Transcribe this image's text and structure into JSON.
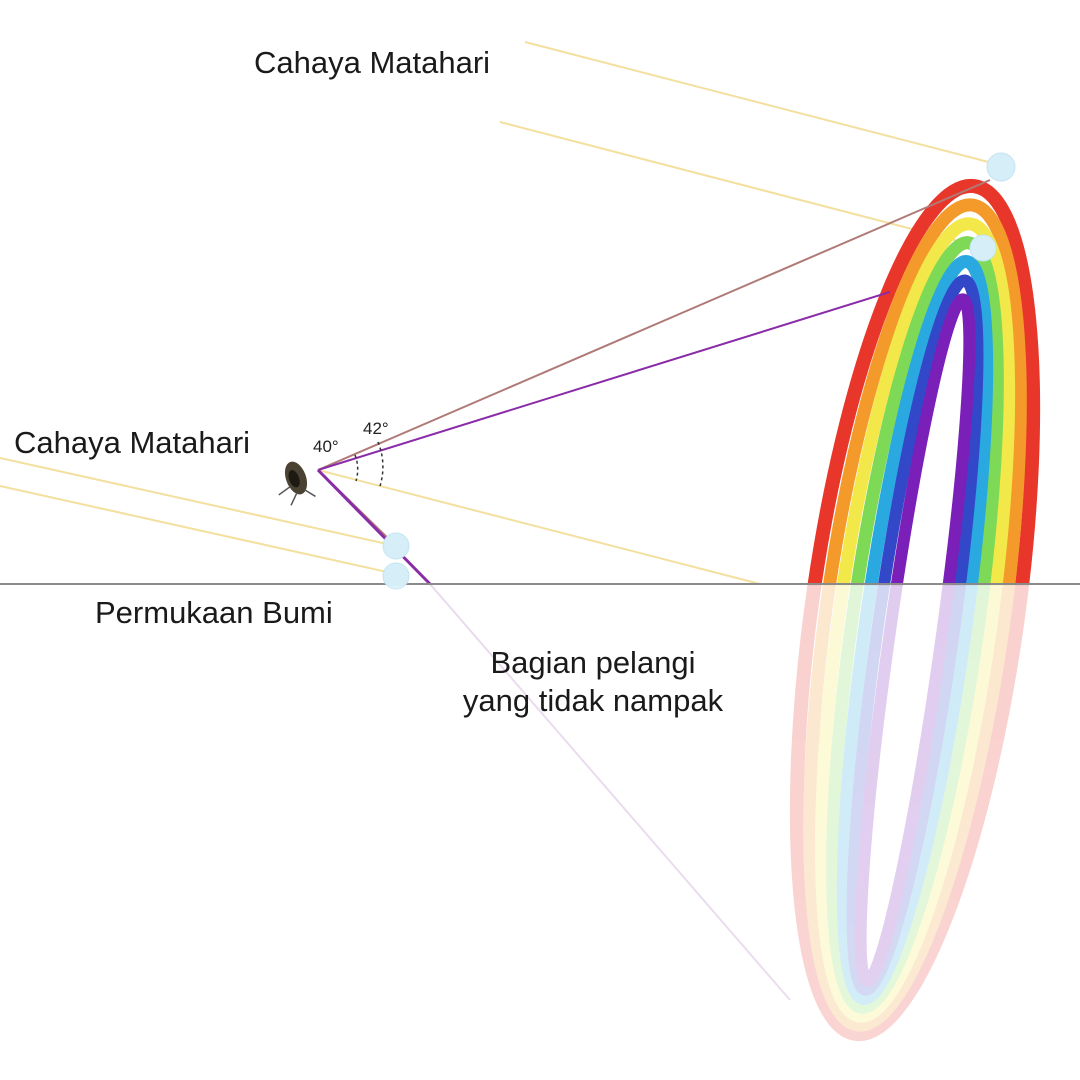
{
  "labels": {
    "sunlight_top": "Cahaya Matahari",
    "sunlight_left": "Cahaya Matahari",
    "ground": "Permukaan Bumi",
    "hidden_line1": "Bagian pelangi",
    "hidden_line2": "yang tidak nampak"
  },
  "angles": {
    "violet": "40°",
    "red": "42°"
  },
  "colors": {
    "sun_ray": "#f3df9e",
    "ray_red": "#b07a77",
    "ray_violet": "#8a2ba8",
    "ground": "#8a8a8a",
    "droplet": "#d6eef8",
    "rainbow": [
      "#e8362a",
      "#f39a2b",
      "#f2e84a",
      "#7ed957",
      "#2aa8e0",
      "#3347c9",
      "#7a1fb8"
    ]
  },
  "icons": {
    "observer": "eye-icon",
    "droplet": "water-droplet-icon"
  }
}
